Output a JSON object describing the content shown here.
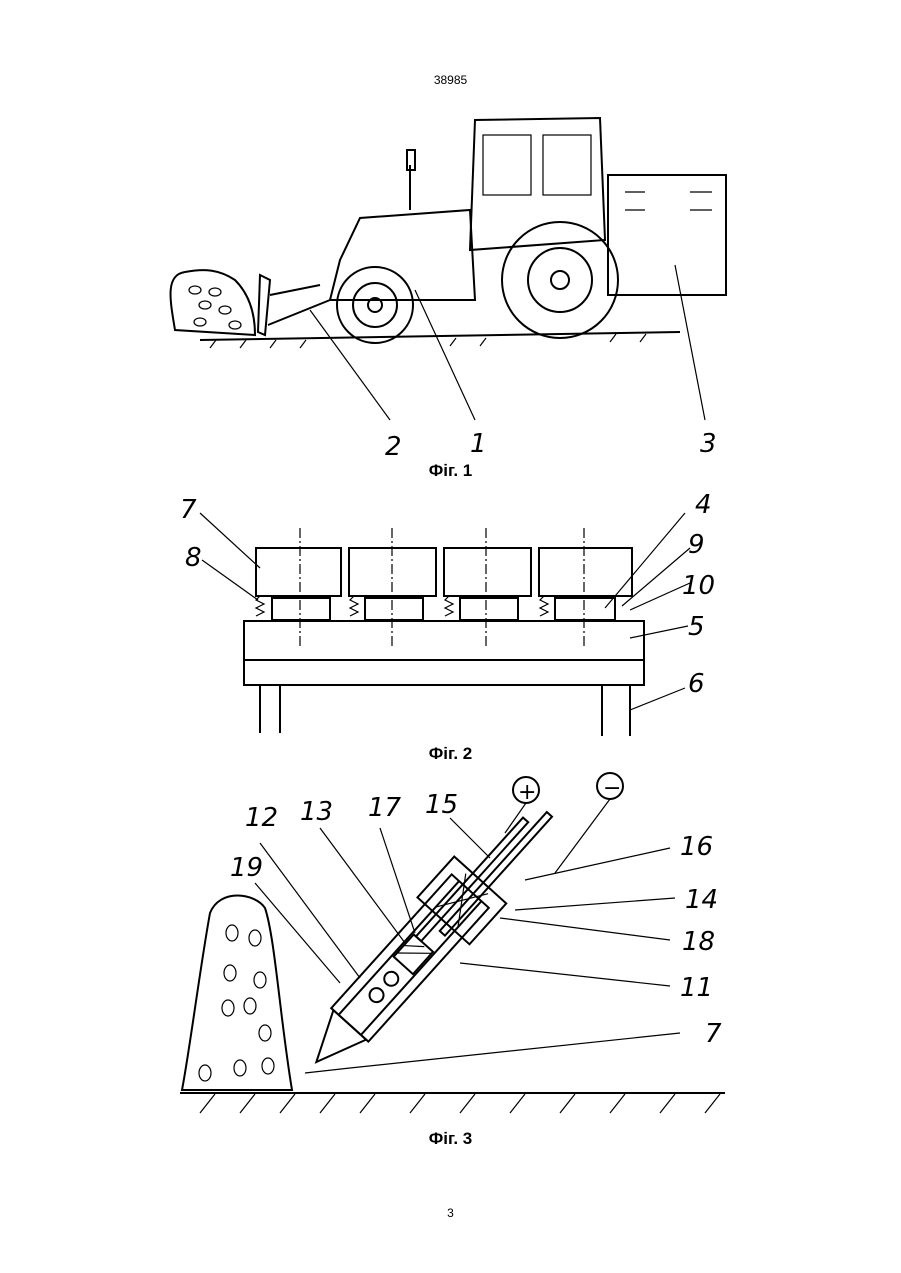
{
  "header": {
    "page_code": "38985"
  },
  "footer": {
    "page_number": "3"
  },
  "figures": [
    {
      "caption": "Фіг. 1",
      "labels": [
        "2",
        "1",
        "3"
      ]
    },
    {
      "caption": "Фіг. 2",
      "labels": [
        "7",
        "8",
        "4",
        "9",
        "10",
        "5",
        "6"
      ]
    },
    {
      "caption": "Фіг. 3",
      "labels": [
        "+",
        "−",
        "12",
        "13",
        "17",
        "15",
        "19",
        "16",
        "14",
        "18",
        "11",
        "7"
      ]
    }
  ]
}
